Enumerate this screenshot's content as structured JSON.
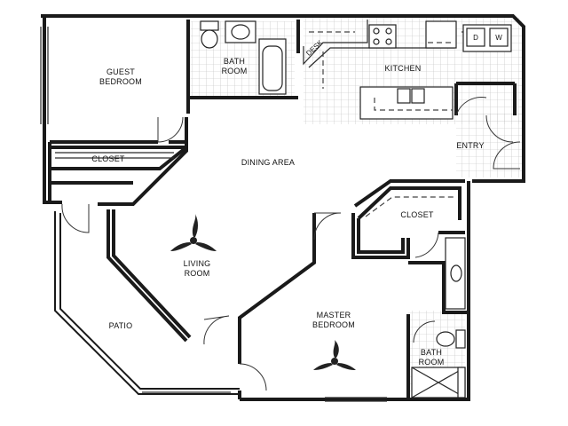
{
  "rooms": {
    "guest_bedroom": [
      "GUEST",
      "BEDROOM"
    ],
    "bath_room_1": [
      "BATH",
      "ROOM"
    ],
    "desk": "DESK",
    "kitchen": "KITCHEN",
    "closet_1": "CLOSET",
    "dining_area": "DINING AREA",
    "entry": "ENTRY",
    "closet_2": "CLOSET",
    "living_room": [
      "LIVING",
      "ROOM"
    ],
    "patio": "PATIO",
    "master_bedroom": [
      "MASTER",
      "BEDROOM"
    ],
    "bath_room_2": [
      "BATH",
      "ROOM"
    ]
  },
  "appliances": {
    "dryer": "D",
    "washer": "W"
  }
}
